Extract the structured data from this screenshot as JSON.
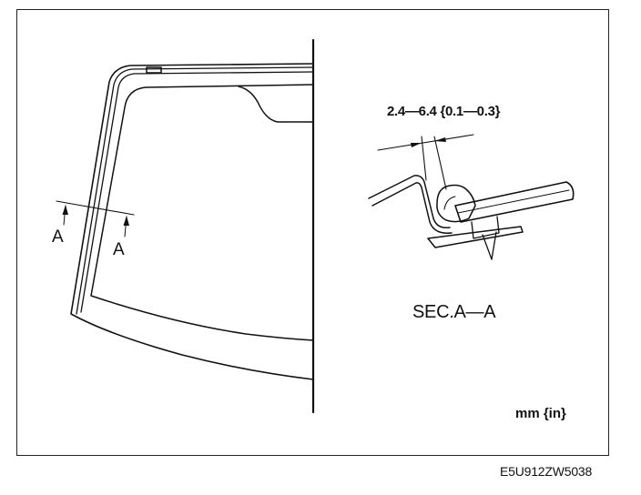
{
  "labels": {
    "section_mark_left": "A",
    "section_mark_right": "A",
    "dimension": "2.4—6.4 {0.1—0.3}",
    "section_title": "SEC.A—A",
    "units": "mm {in}",
    "figure_code": "E5U912ZW5038"
  }
}
